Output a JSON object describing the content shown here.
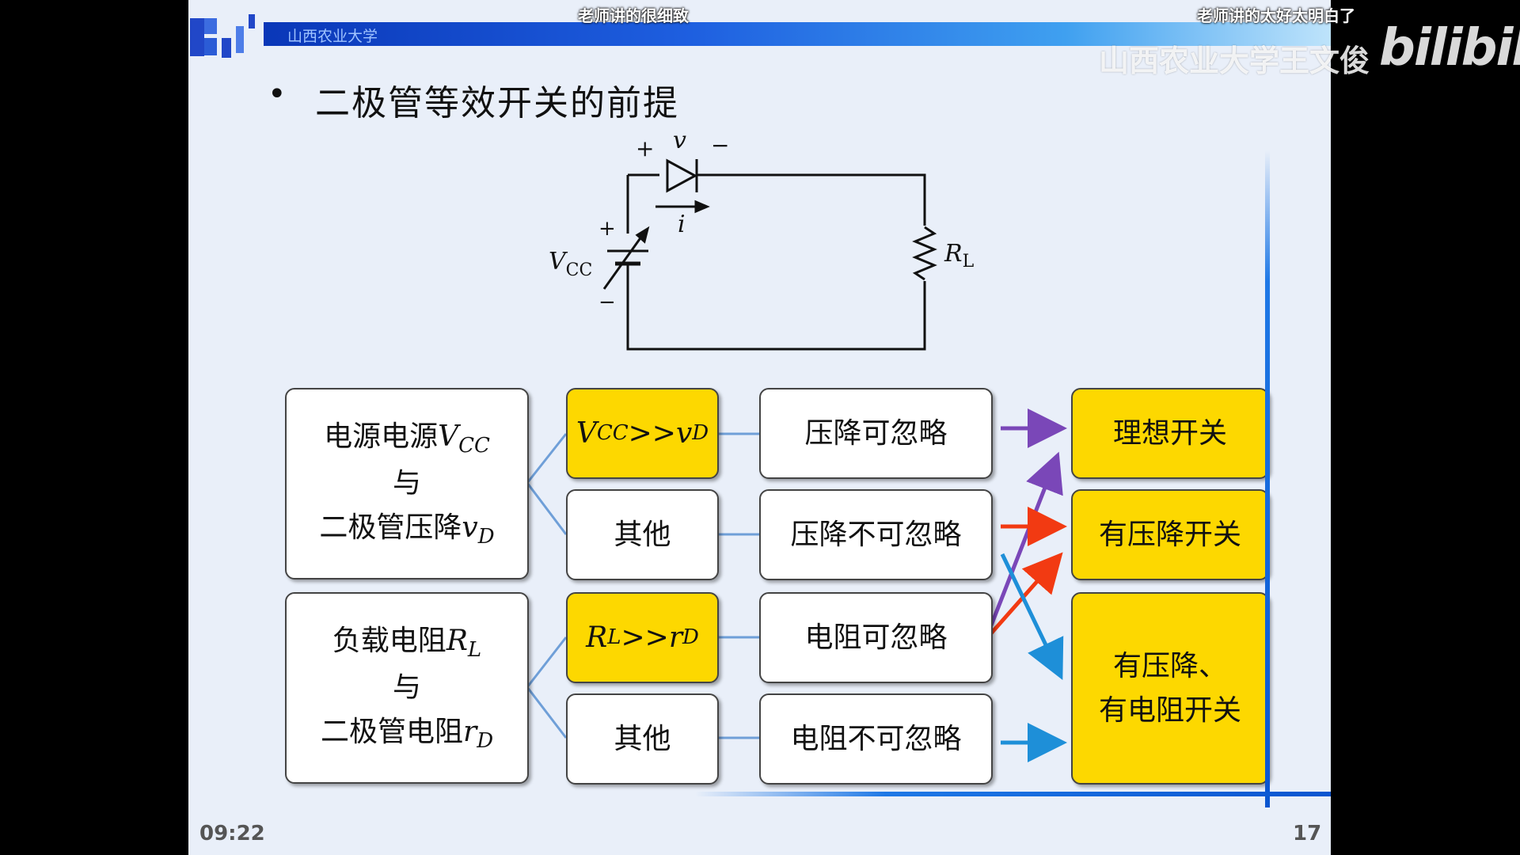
{
  "header": {
    "university": "山西农业大学",
    "danmaku": [
      "老师讲的很细致",
      "老师讲的太好太明白了"
    ],
    "watermark_text": "山西农业大学王文俊",
    "watermark_logo": "bilibili"
  },
  "slide": {
    "bullet": "•",
    "title": "二极管等效开关的前提",
    "time": "09:22",
    "page_number": "17"
  },
  "circuit": {
    "plus_top": "+",
    "minus_top": "−",
    "v_label": "v",
    "i_label": "i",
    "vcc_label": "V",
    "vcc_sub": "CC",
    "vcc_plus": "+",
    "vcc_minus": "−",
    "rl_label": "R",
    "rl_sub": "L"
  },
  "groups": [
    {
      "line1_text": "电源电源",
      "line1_sym": "V",
      "line1_sub": "CC",
      "line2": "与",
      "line3_text": "二极管压降",
      "line3_sym": "v",
      "line3_sub": "D"
    },
    {
      "line1_text": "负载电阻",
      "line1_sym": "R",
      "line1_sub": "L",
      "line2": "与",
      "line3_text": "二极管电阻",
      "line3_sym": "r",
      "line3_sub": "D"
    }
  ],
  "conditions": [
    {
      "a": "V",
      "a_sub": "CC",
      "op": ">>",
      "b": "v",
      "b_sub": "D"
    },
    {
      "text": "其他"
    },
    {
      "a": "R",
      "a_sub": "L",
      "op": ">>",
      "b": "r",
      "b_sub": "D"
    },
    {
      "text": "其他"
    }
  ],
  "results": [
    "压降可忽略",
    "压降不可忽略",
    "电阻可忽略",
    "电阻不可忽略"
  ],
  "switches": [
    "理想开关",
    "有压降开关",
    "有压降、",
    "有电阻开关"
  ],
  "colors": {
    "yellow": "#fdd800",
    "arrow_purple": "#7a47b8",
    "arrow_red": "#f23a12",
    "arrow_blue": "#1e8fd8",
    "connector": "#6f9fd8"
  }
}
